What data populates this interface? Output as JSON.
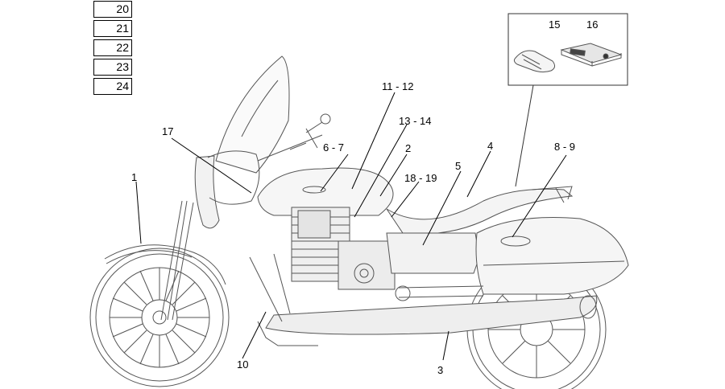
{
  "legend": [
    "20",
    "21",
    "22",
    "23",
    "24"
  ],
  "callouts": {
    "c1": "1",
    "c2": "2",
    "c3": "3",
    "c4": "4",
    "c5": "5",
    "c6_7": "6 - 7",
    "c8_9": "8 - 9",
    "c10": "10",
    "c11_12": "11 - 12",
    "c13_14": "13 - 14",
    "c15": "15",
    "c16": "16",
    "c17": "17",
    "c18_19": "18 - 19"
  }
}
